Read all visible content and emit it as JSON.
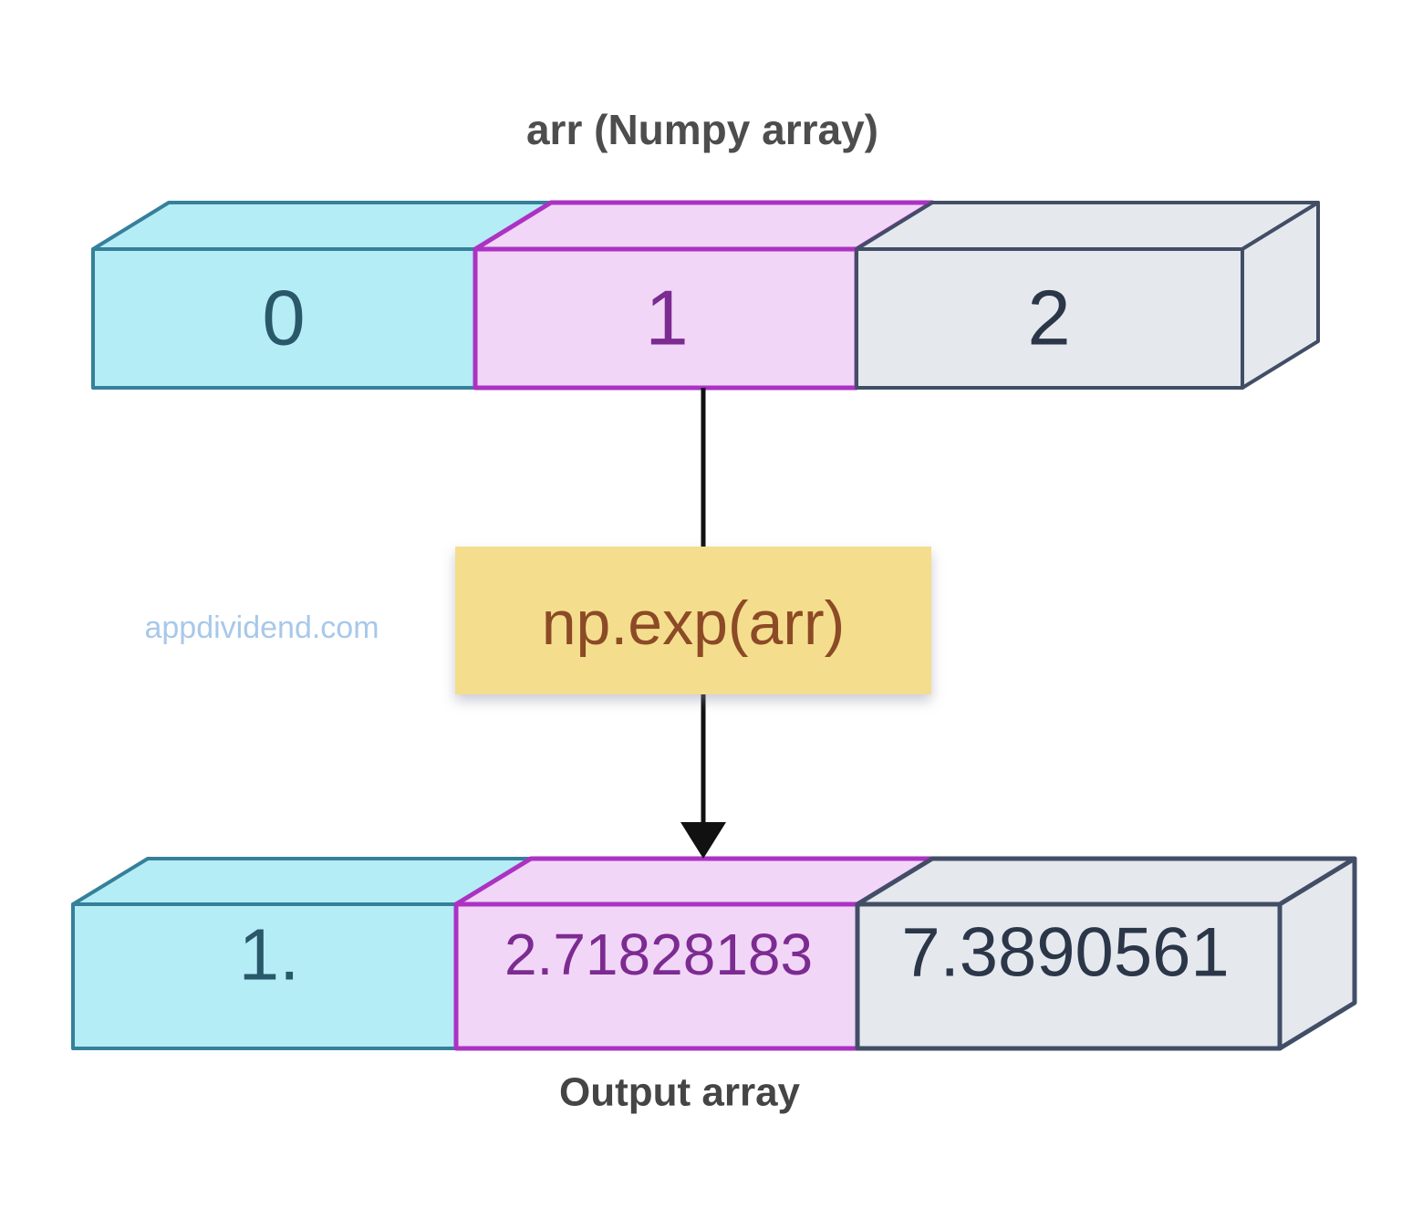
{
  "diagram": {
    "title": "arr (Numpy array)",
    "watermark": "appdividend.com",
    "operation": "np.exp(arr)",
    "output_label": "Output array",
    "input_array": {
      "cells": [
        {
          "value": "0"
        },
        {
          "value": "1"
        },
        {
          "value": "2"
        }
      ]
    },
    "output_array": {
      "cells": [
        {
          "value": "1."
        },
        {
          "value": "2.71828183"
        },
        {
          "value": "7.3890561"
        }
      ]
    },
    "colors": {
      "cyan_fill": "#b5edf6",
      "cyan_border": "#35809b",
      "cyan_text": "#29586b",
      "pink_fill": "#f1d6f8",
      "pink_border": "#ab32c3",
      "pink_text": "#7c2b91",
      "gray_fill": "#e5e9ee",
      "gray_border": "#424e66",
      "gray_text": "#2b3649",
      "operation_bg": "#f4de8d",
      "operation_text": "#8c4a26",
      "arrow": "#111111",
      "title_text": "#4d4d4d",
      "watermark_text": "#a8c8ea"
    }
  }
}
